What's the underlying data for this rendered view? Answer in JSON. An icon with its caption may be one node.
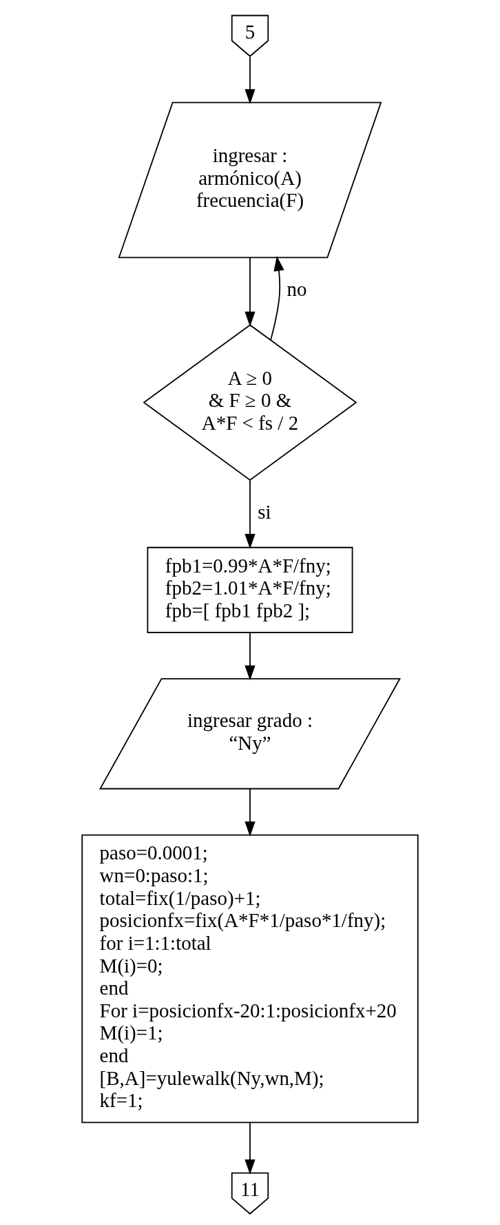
{
  "diagram": {
    "nodes": [
      {
        "text": [
          "5"
        ]
      },
      {
        "text": [
          "ingresar :",
          "armónico(A)",
          "frecuencia(F)"
        ]
      },
      {
        "text": [
          "A ≥ 0",
          "& F ≥ 0 &",
          "A*F < fs / 2"
        ]
      },
      {
        "text": [
          "fpb1=0.99*A*F/fny;",
          "fpb2=1.01*A*F/fny;",
          "fpb=[ fpb1 fpb2 ];"
        ]
      },
      {
        "text": [
          "ingresar grado :",
          "“Ny”"
        ]
      },
      {
        "text": [
          "paso=0.0001;",
          "wn=0:paso:1;",
          "total=fix(1/paso)+1;",
          "posicionfx=fix(A*F*1/paso*1/fny);",
          "for i=1:1:total",
          "M(i)=0;",
          "end",
          "For i=posicionfx-20:1:posicionfx+20",
          "M(i)=1;",
          "end",
          "[B,A]=yulewalk(Ny,wn,M);",
          "kf=1;"
        ]
      },
      {
        "text": [
          "11"
        ]
      }
    ],
    "edges": [
      {
        "from": 0,
        "to": 1,
        "arrow": "to"
      },
      {
        "from": 1,
        "to": 2,
        "arrow": "to"
      },
      {
        "from": 2,
        "to": 1,
        "arrow": "to",
        "label": "no"
      },
      {
        "from": 2,
        "to": 3,
        "arrow": "to",
        "label": "si"
      },
      {
        "from": 3,
        "to": 4,
        "arrow": "to"
      },
      {
        "from": 4,
        "to": 5,
        "arrow": "to"
      },
      {
        "from": 5,
        "to": 6,
        "arrow": "to"
      }
    ]
  }
}
